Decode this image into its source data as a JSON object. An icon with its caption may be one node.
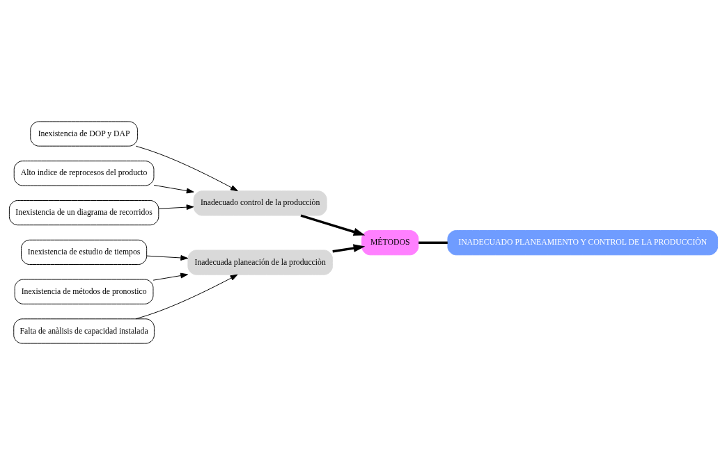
{
  "diagram": {
    "nodes": [
      {
        "text": [
          "MÉTODOS"
        ]
      },
      {
        "text": [
          "Inexistencia de DOP y DAP"
        ]
      },
      {
        "text": [
          "Inadecuado control de la producciòn"
        ]
      },
      {
        "text": [
          "Inexistencia de estudio de tiempos"
        ]
      },
      {
        "text": [
          "Inadecuada planeación de la producciòn"
        ]
      },
      {
        "text": [
          "Inexistencia de métodos de pronostico"
        ]
      },
      {
        "text": [
          "Alto indice de reprocesos del producto"
        ]
      },
      {
        "text": [
          "Inexistencia de un diagrama de recorridos"
        ]
      },
      {
        "text": [
          "Falta de anàlisis de capacidad instalada"
        ]
      },
      {
        "text": [
          "INADECUADO PLANEAMIENTO Y CONTROL DE LA PRODUCCIÒN"
        ]
      }
    ],
    "edges": [
      {
        "from": 1,
        "to": 2,
        "arrow": "to"
      },
      {
        "from": 6,
        "to": 2,
        "arrow": "to"
      },
      {
        "from": 7,
        "to": 2,
        "arrow": "to"
      },
      {
        "from": 3,
        "to": 4,
        "arrow": "to"
      },
      {
        "from": 5,
        "to": 4,
        "arrow": "to"
      },
      {
        "from": 8,
        "to": 4,
        "arrow": "to"
      },
      {
        "from": 2,
        "to": 0,
        "arrow": "to",
        "style": "thick"
      },
      {
        "from": 4,
        "to": 0,
        "arrow": "to",
        "style": "thick"
      },
      {
        "from": 0,
        "to": 9,
        "arrow": "none",
        "style": "thick"
      }
    ]
  }
}
